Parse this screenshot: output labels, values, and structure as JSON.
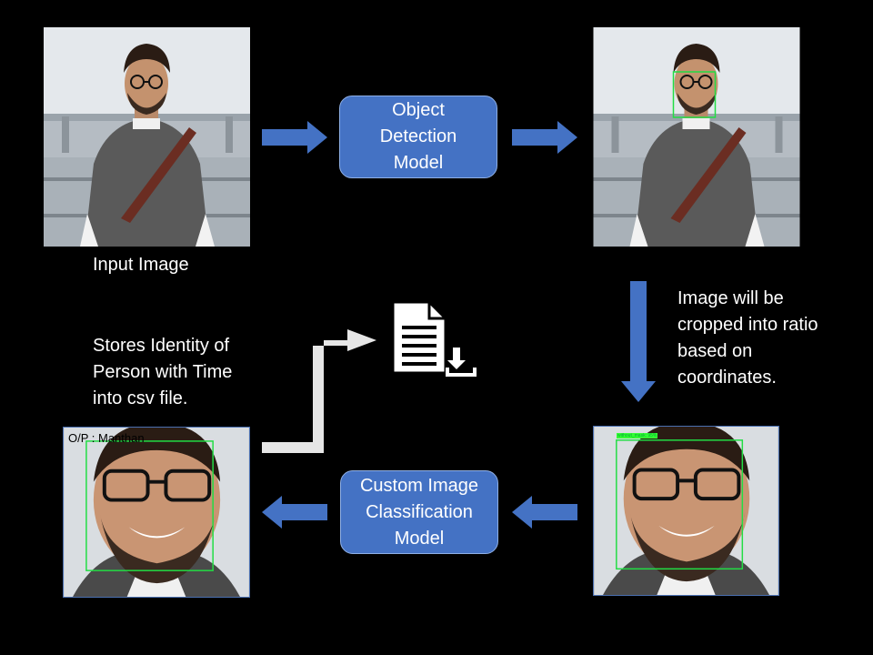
{
  "nodes": {
    "object_detection": {
      "line1": "Object",
      "line2": "Detection",
      "line3": "Model"
    },
    "custom_classification": {
      "line1": "Custom Image",
      "line2": "Classification",
      "line3": "Model"
    }
  },
  "captions": {
    "input_image": "Input Image",
    "crop_line1": "Image will be",
    "crop_line2": "cropped into ratio",
    "crop_line3": "based on",
    "crop_line4": "coordinates.",
    "store_line1": "Stores Identity of",
    "store_line2": "Person with Time",
    "store_line3": "into csv file."
  },
  "photo_labels": {
    "detection_tag": "without_mask: 95%",
    "output": "O/P : Manthan"
  },
  "colors": {
    "background": "#000000",
    "node_fill": "#4472c4",
    "arrow_blue": "#4472c4",
    "arrow_gray": "#e6e6e6",
    "detection_box": "#22dd44"
  },
  "icons": [
    "csv-file-download-icon"
  ]
}
